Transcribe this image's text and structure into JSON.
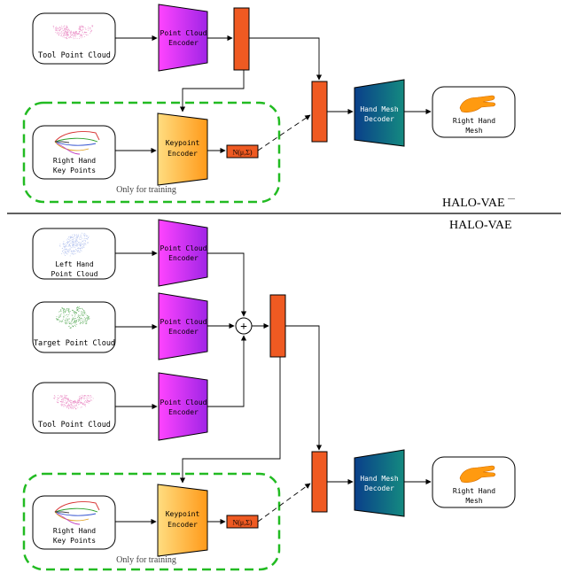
{
  "colors": {
    "encoder_pc": [
      "#ff44ff",
      "#a025e6"
    ],
    "encoder_kp": [
      "#ffdd80",
      "#ff9a1a"
    ],
    "decoder": [
      "#0a3f8a",
      "#148a80"
    ],
    "latent": "#ef5a22",
    "dashed_group": "#22bb22",
    "hand_mesh": "#ff9a10"
  },
  "top": {
    "tool_pc_label": "Tool Point Cloud",
    "pc_encoder_label": [
      "Point Cloud",
      "Encoder"
    ],
    "keypoint_encoder_label": [
      "Keypoint",
      "Encoder"
    ],
    "keypoints_label": [
      "Right Hand",
      "Key Points"
    ],
    "gaussian_label": "N(μ,Σ)",
    "decoder_label": [
      "Hand Mesh",
      "Decoder"
    ],
    "mesh_label": [
      "Right Hand",
      "Mesh"
    ],
    "training_note": "Only for training",
    "variant_label": "HALO-VAE",
    "variant_suffix": "—"
  },
  "bottom": {
    "variant_label": "HALO-VAE",
    "left_pc_label": [
      "Left Hand",
      "Point Cloud"
    ],
    "target_pc_label": "Target Point Cloud",
    "tool_pc_label": "Tool Point Cloud",
    "pc_encoder_label": [
      "Point Cloud",
      "Encoder"
    ],
    "sum_symbol": "+",
    "keypoint_encoder_label": [
      "Keypoint",
      "Encoder"
    ],
    "keypoints_label": [
      "Right Hand",
      "Key Points"
    ],
    "gaussian_label": "N(μ,Σ)",
    "decoder_label": [
      "Hand Mesh",
      "Decoder"
    ],
    "mesh_label": [
      "Right Hand",
      "Mesh"
    ],
    "training_note": "Only for training"
  }
}
